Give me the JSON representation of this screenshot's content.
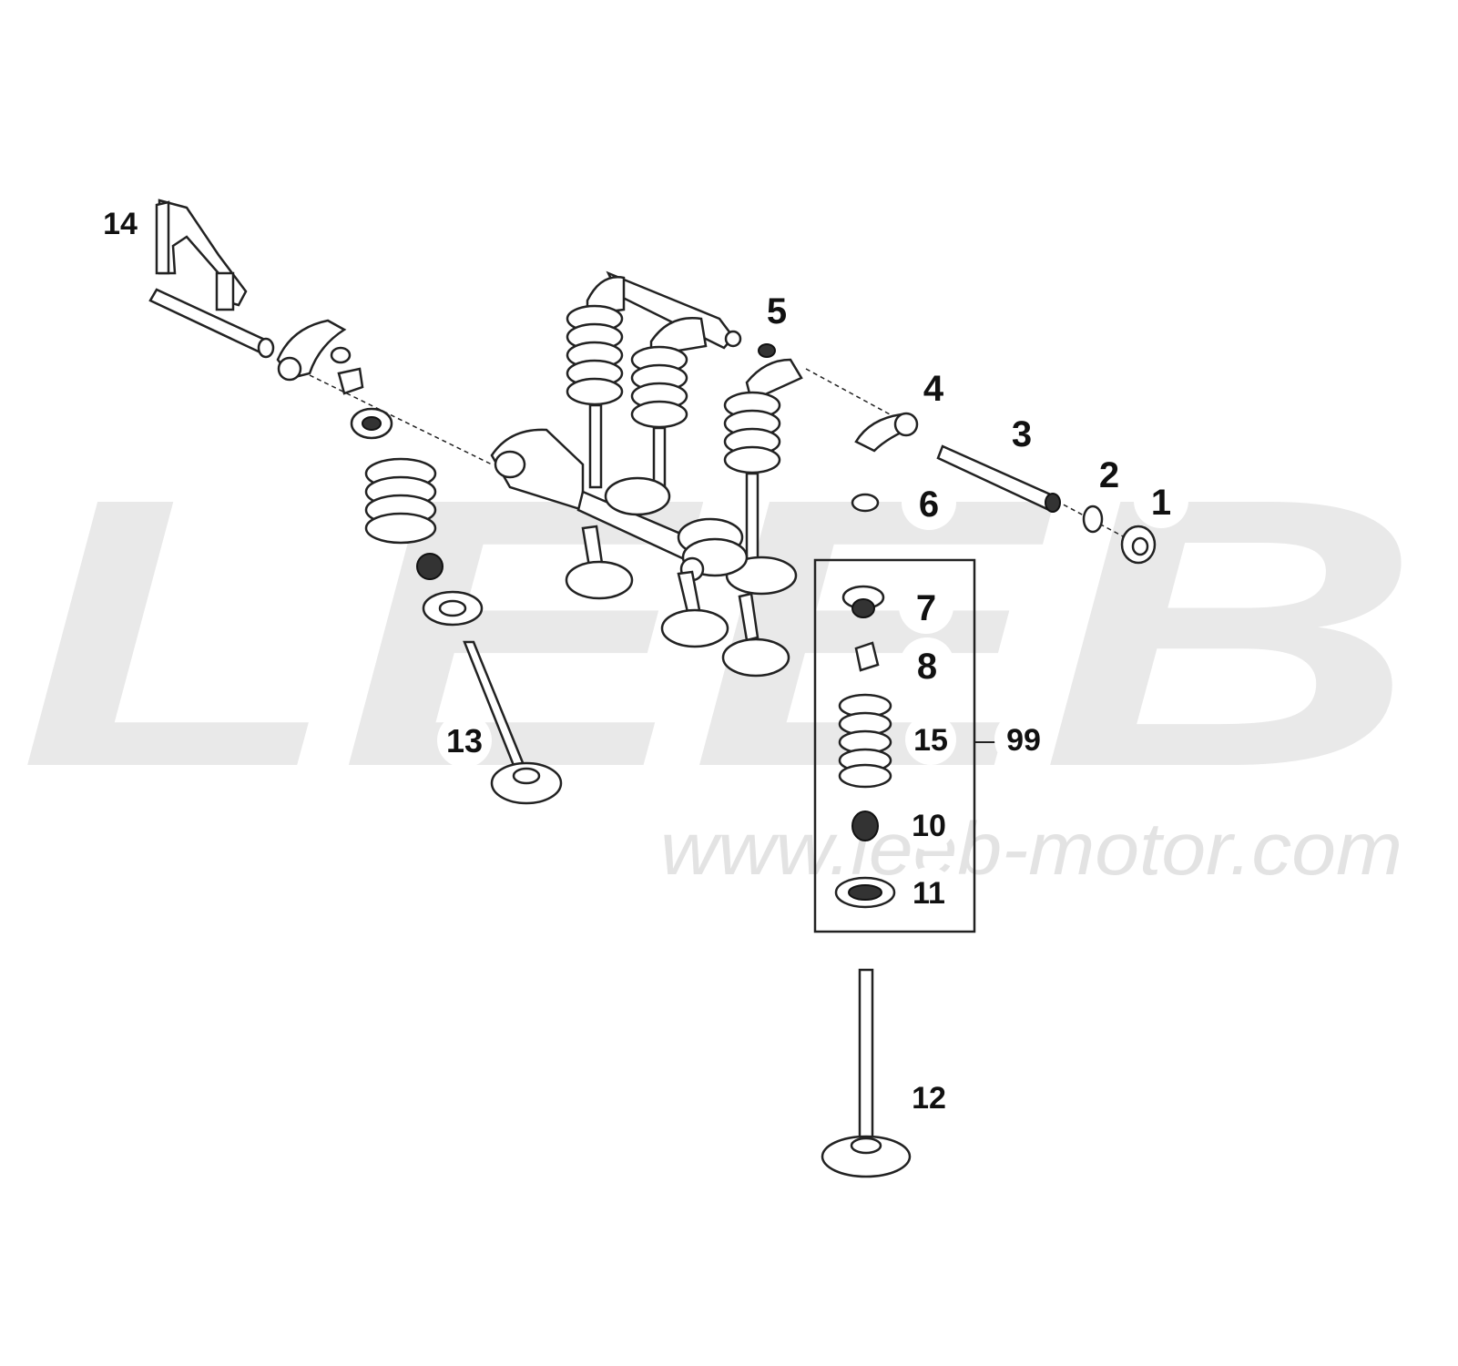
{
  "watermark": {
    "letters": "LEEB",
    "url": "www.leeb-motor.com"
  },
  "callouts": [
    {
      "id": "p1",
      "label": "1"
    },
    {
      "id": "p2",
      "label": "2"
    },
    {
      "id": "p3",
      "label": "3"
    },
    {
      "id": "p4",
      "label": "4"
    },
    {
      "id": "p5",
      "label": "5"
    },
    {
      "id": "p6",
      "label": "6"
    },
    {
      "id": "p7",
      "label": "7"
    },
    {
      "id": "p8",
      "label": "8"
    },
    {
      "id": "p10",
      "label": "10"
    },
    {
      "id": "p11",
      "label": "11"
    },
    {
      "id": "p12",
      "label": "12"
    },
    {
      "id": "p13",
      "label": "13"
    },
    {
      "id": "p14",
      "label": "14"
    },
    {
      "id": "p15",
      "label": "15"
    },
    {
      "id": "p99",
      "label": "99"
    }
  ]
}
